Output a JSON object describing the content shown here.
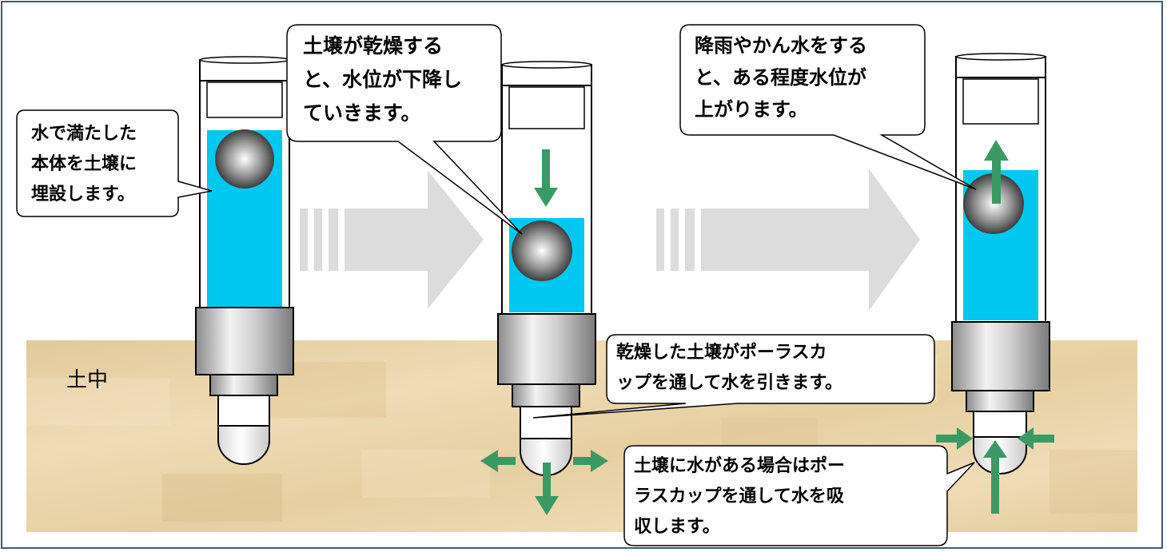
{
  "diagram": {
    "soil_label": "土中",
    "callouts": {
      "step1": [
        "水で満たした",
        "本体を土壌に",
        "埋設します。"
      ],
      "step2": [
        "土壌が乾燥する",
        "と、水位が下降し",
        "ていきます。"
      ],
      "step3": [
        "降雨やかん水をする",
        "と、ある程度水位が",
        "上がります。"
      ],
      "dry_soil": [
        "乾燥した土壌がポーラスカ",
        "ップを通して水を引きます。"
      ],
      "wet_soil": [
        "土壌に水がある場合はポー",
        "ラスカップを通して水を吸",
        "収します。"
      ]
    },
    "colors": {
      "water": "#00c8f0",
      "soil": "#e9d3a6",
      "arrow_green": "#3a9a64",
      "process_arrow": "#dcdcdc",
      "frame_border": "#3f5a7a"
    }
  }
}
